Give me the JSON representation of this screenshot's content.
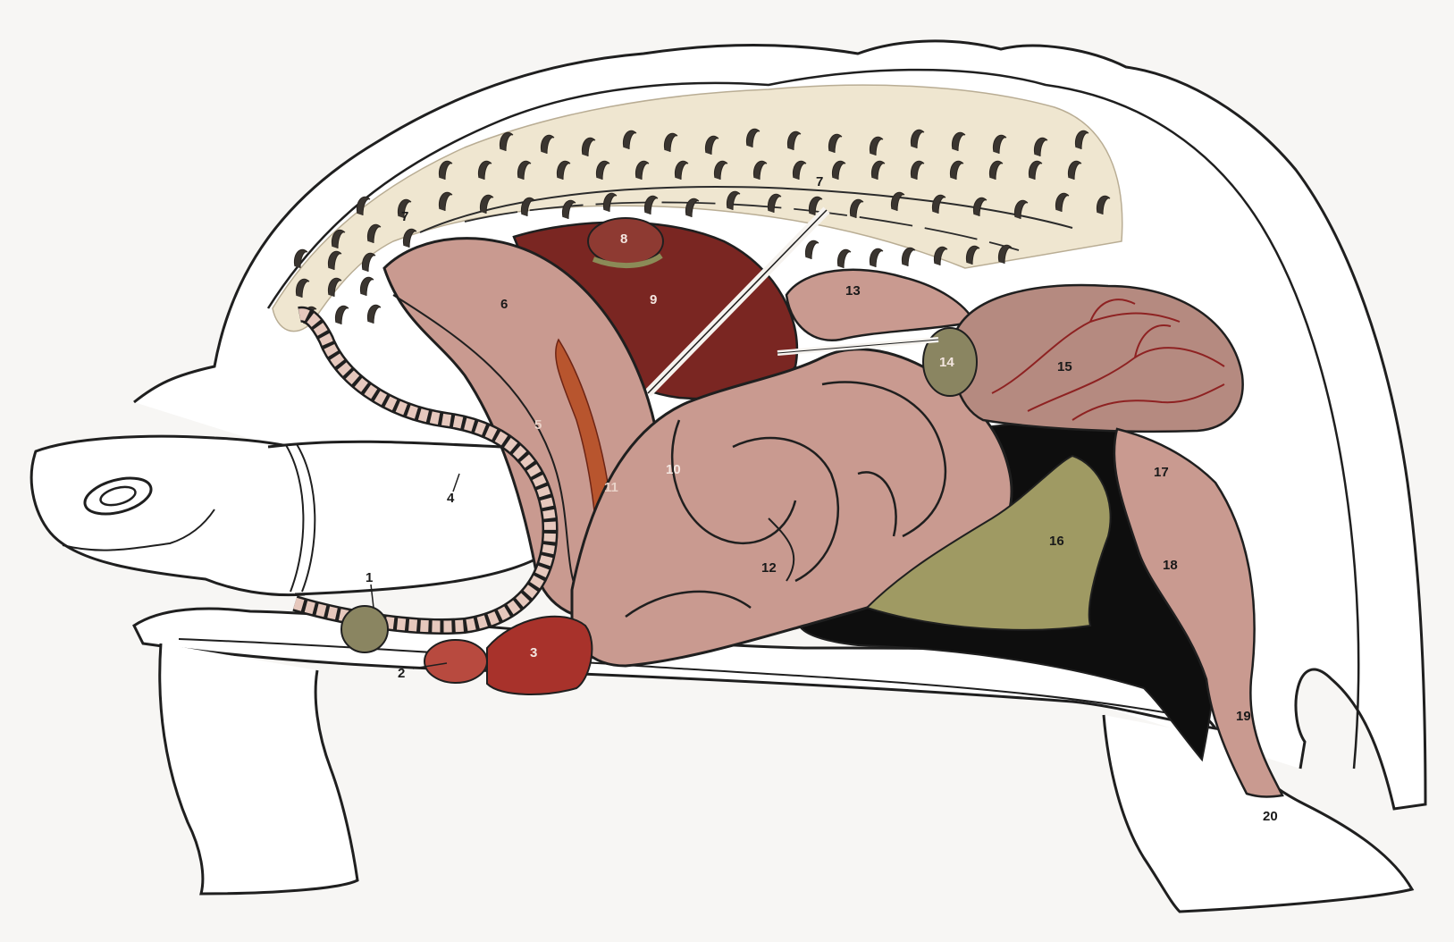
{
  "diagram": {
    "labels": [
      {
        "id": "1",
        "text": "1"
      },
      {
        "id": "2",
        "text": "2"
      },
      {
        "id": "3",
        "text": "3"
      },
      {
        "id": "4",
        "text": "4"
      },
      {
        "id": "5",
        "text": "5"
      },
      {
        "id": "6",
        "text": "6"
      },
      {
        "id": "7a",
        "text": "7"
      },
      {
        "id": "7b",
        "text": "7"
      },
      {
        "id": "8",
        "text": "8"
      },
      {
        "id": "9",
        "text": "9"
      },
      {
        "id": "10",
        "text": "10"
      },
      {
        "id": "11",
        "text": "11"
      },
      {
        "id": "12",
        "text": "12"
      },
      {
        "id": "13",
        "text": "13"
      },
      {
        "id": "14",
        "text": "14"
      },
      {
        "id": "15",
        "text": "15"
      },
      {
        "id": "16",
        "text": "16"
      },
      {
        "id": "17",
        "text": "17"
      },
      {
        "id": "18",
        "text": "18"
      },
      {
        "id": "19",
        "text": "19"
      },
      {
        "id": "20",
        "text": "20"
      }
    ]
  },
  "colors": {
    "background": "#f7f6f4",
    "outline": "#1f1f1f",
    "shell_interior": "#efe6d0",
    "lung_marks": "#3a3530",
    "liver": "#7a2622",
    "gut": "#c99a90",
    "gut_dark": "#a9786f",
    "esophagus_red": "#b8552e",
    "heart": "#8e2a27",
    "bladder": "#b58a80",
    "fat_body": "#9f9a63",
    "thyroid": "#8a8561",
    "cavity": "#0e0e0e"
  }
}
